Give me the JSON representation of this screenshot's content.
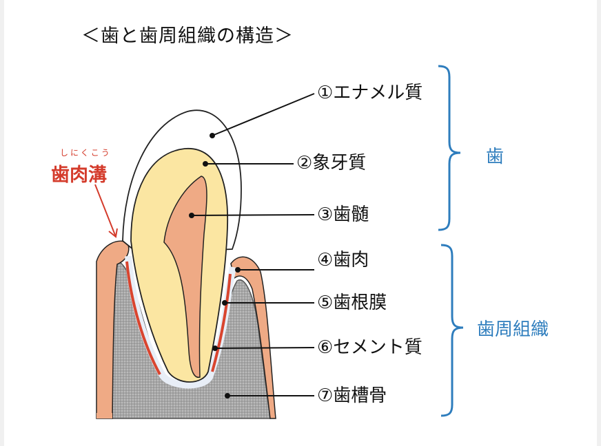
{
  "title": "＜歯と歯周組織の構造＞",
  "callout": {
    "furigana": "しにくこう",
    "label": "歯肉溝"
  },
  "parts": [
    {
      "label": "①エナメル質",
      "name": "enamel"
    },
    {
      "label": "②象牙質",
      "name": "dentin"
    },
    {
      "label": "③歯髄",
      "name": "pulp"
    },
    {
      "label": "④歯肉",
      "name": "gingiva"
    },
    {
      "label": "⑤歯根膜",
      "name": "periodontal-ligament"
    },
    {
      "label": "⑥セメント質",
      "name": "cementum"
    },
    {
      "label": "⑦歯槽骨",
      "name": "alveolar-bone"
    }
  ],
  "groups": [
    {
      "label": "歯",
      "name": "tooth"
    },
    {
      "label": "歯周組織",
      "name": "periodontium"
    }
  ],
  "colors": {
    "enamel": "#ffffff",
    "dentin": "#fbe6a2",
    "pulp": "#efaa85",
    "gingiva": "#efaa85",
    "bone": "#a9a9a9",
    "ligament": "#e8eef7",
    "cementum": "#d9452f",
    "bracket": "#2e7dbd",
    "callout": "#d43b2b"
  }
}
